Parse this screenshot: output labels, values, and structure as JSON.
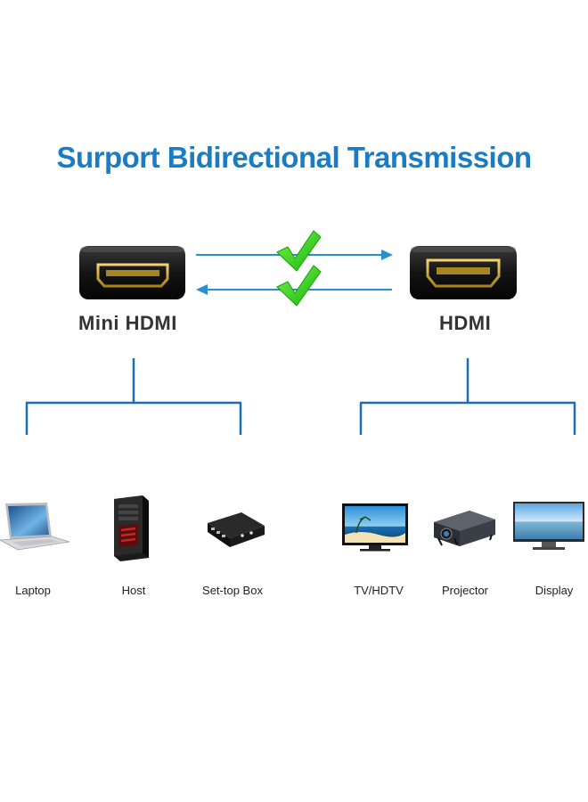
{
  "title": "Surport Bidirectional Transmission",
  "ports": {
    "left": "Mini HDMI",
    "right": "HDMI"
  },
  "devices": {
    "left": [
      "Laptop",
      "Host",
      "Set-top Box"
    ],
    "right": [
      "TV/HDTV",
      "Projector",
      "Display"
    ]
  },
  "colors": {
    "title": "#1a7cc4",
    "tree_lines": "#1a6fb0",
    "arrows": "#2a8fcf",
    "check": "#2ecc1a",
    "port_body": "#161616",
    "connector_gold": "#c9a227"
  },
  "icons": {
    "check": "check-icon",
    "laptop": "laptop-icon",
    "host": "desktop-tower-icon",
    "settop": "set-top-box-icon",
    "tv": "tv-icon",
    "projector": "projector-icon",
    "display": "monitor-icon"
  }
}
